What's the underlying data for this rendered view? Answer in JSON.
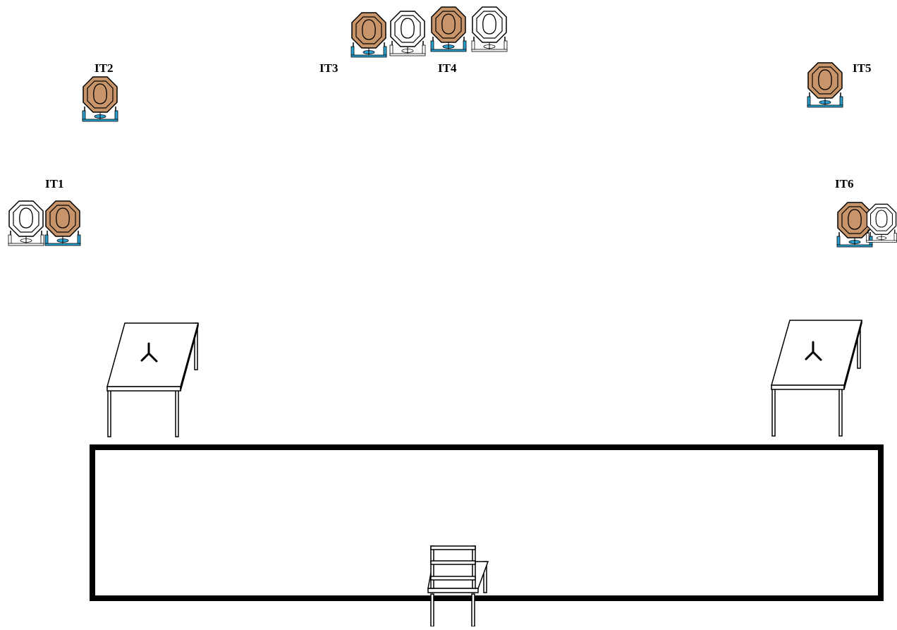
{
  "colors": {
    "metal_target_fill": "#c8956a",
    "paper_target_fill": "#ffffff",
    "stand_blue": "#2aa0d0",
    "line": "#000000",
    "background": "#ffffff"
  },
  "target_groups": [
    {
      "id": "IT1",
      "label": "IT1",
      "targets": [
        "paper",
        "metal"
      ]
    },
    {
      "id": "IT2",
      "label": "IT2",
      "targets": [
        "metal"
      ]
    },
    {
      "id": "IT3",
      "label": "IT3",
      "targets": [
        "metal",
        "paper"
      ]
    },
    {
      "id": "IT4",
      "label": "IT4",
      "targets": [
        "metal",
        "paper"
      ]
    },
    {
      "id": "IT5",
      "label": "IT5",
      "targets": [
        "metal"
      ]
    },
    {
      "id": "IT6",
      "label": "IT6",
      "targets": [
        "metal",
        "paper"
      ]
    }
  ],
  "tables": [
    {
      "id": "table-left",
      "marker_icon": "three-way-fork-icon"
    },
    {
      "id": "table-right",
      "marker_icon": "three-way-fork-icon"
    }
  ],
  "shooting_area": {
    "shape": "rectangle"
  },
  "start_position": {
    "icon": "chair-icon"
  }
}
